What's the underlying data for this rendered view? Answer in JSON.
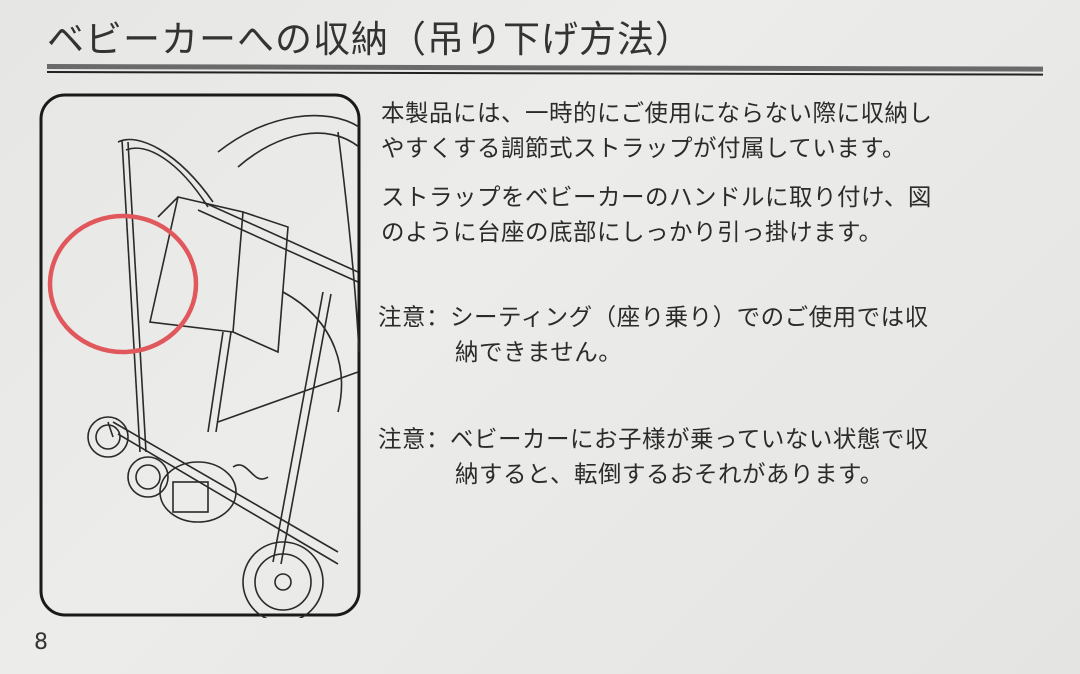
{
  "page": {
    "title": "ベビーカーへの収納（吊り下げ方法）",
    "page_number": "8"
  },
  "figure": {
    "description": "Line drawing of a stroller with a storage bag hanging from the handle; red circle highlights the strap attachment area",
    "highlight_color": "#e0585c"
  },
  "body": {
    "paragraph1_line1": "本製品には、一時的にご使用にならない際に収納し",
    "paragraph1_line2": "やすくする調節式ストラップが付属しています。",
    "paragraph2_line1": "ストラップをベビーカーのハンドルに取り付け、図",
    "paragraph2_line2": "のように台座の底部にしっかり引っ掛けます。"
  },
  "notes": [
    {
      "label": "注意：",
      "line1": "シーティング（座り乗り）でのご使用では収",
      "line2": "納できません。"
    },
    {
      "label": "注意：",
      "line1": "ベビーカーにお子様が乗っていない状態で収",
      "line2": "納すると、転倒するおそれがあります。"
    }
  ]
}
